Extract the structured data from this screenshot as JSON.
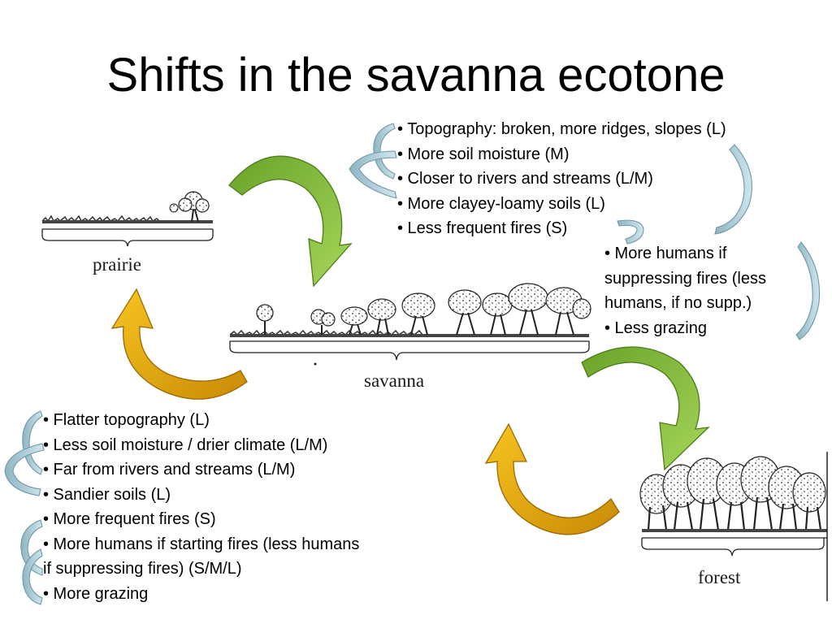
{
  "title": "Shifts in the savanna ecotone",
  "biomes": {
    "prairie": "prairie",
    "savanna": "savanna",
    "forest": "forest"
  },
  "toward_forest_factors": [
    "• Topography: broken, more ridges, slopes (L)",
    "• More soil moisture (M)",
    "• Closer to rivers and streams (L/M)",
    "• More clayey-loamy soils (L)",
    "• Less frequent fires (S)"
  ],
  "toward_forest_human_factors": [
    "•  More humans if",
    "suppressing fires (less",
    "humans, if no supp.)",
    "• Less grazing"
  ],
  "toward_prairie_factors": [
    "• Flatter topography  (L)",
    "• Less soil moisture / drier climate (L/M)",
    "• Far from rivers and streams (L/M)",
    "• Sandier soils (L)",
    "• More frequent fires (S)",
    "• More humans if starting fires (less humans",
    "if suppressing fires) (S/M/L)",
    "• More grazing"
  ],
  "colors": {
    "arrow_green": "#8cc63f",
    "arrow_orange": "#f2b705",
    "bracket_blue": "#a9ccd6"
  }
}
